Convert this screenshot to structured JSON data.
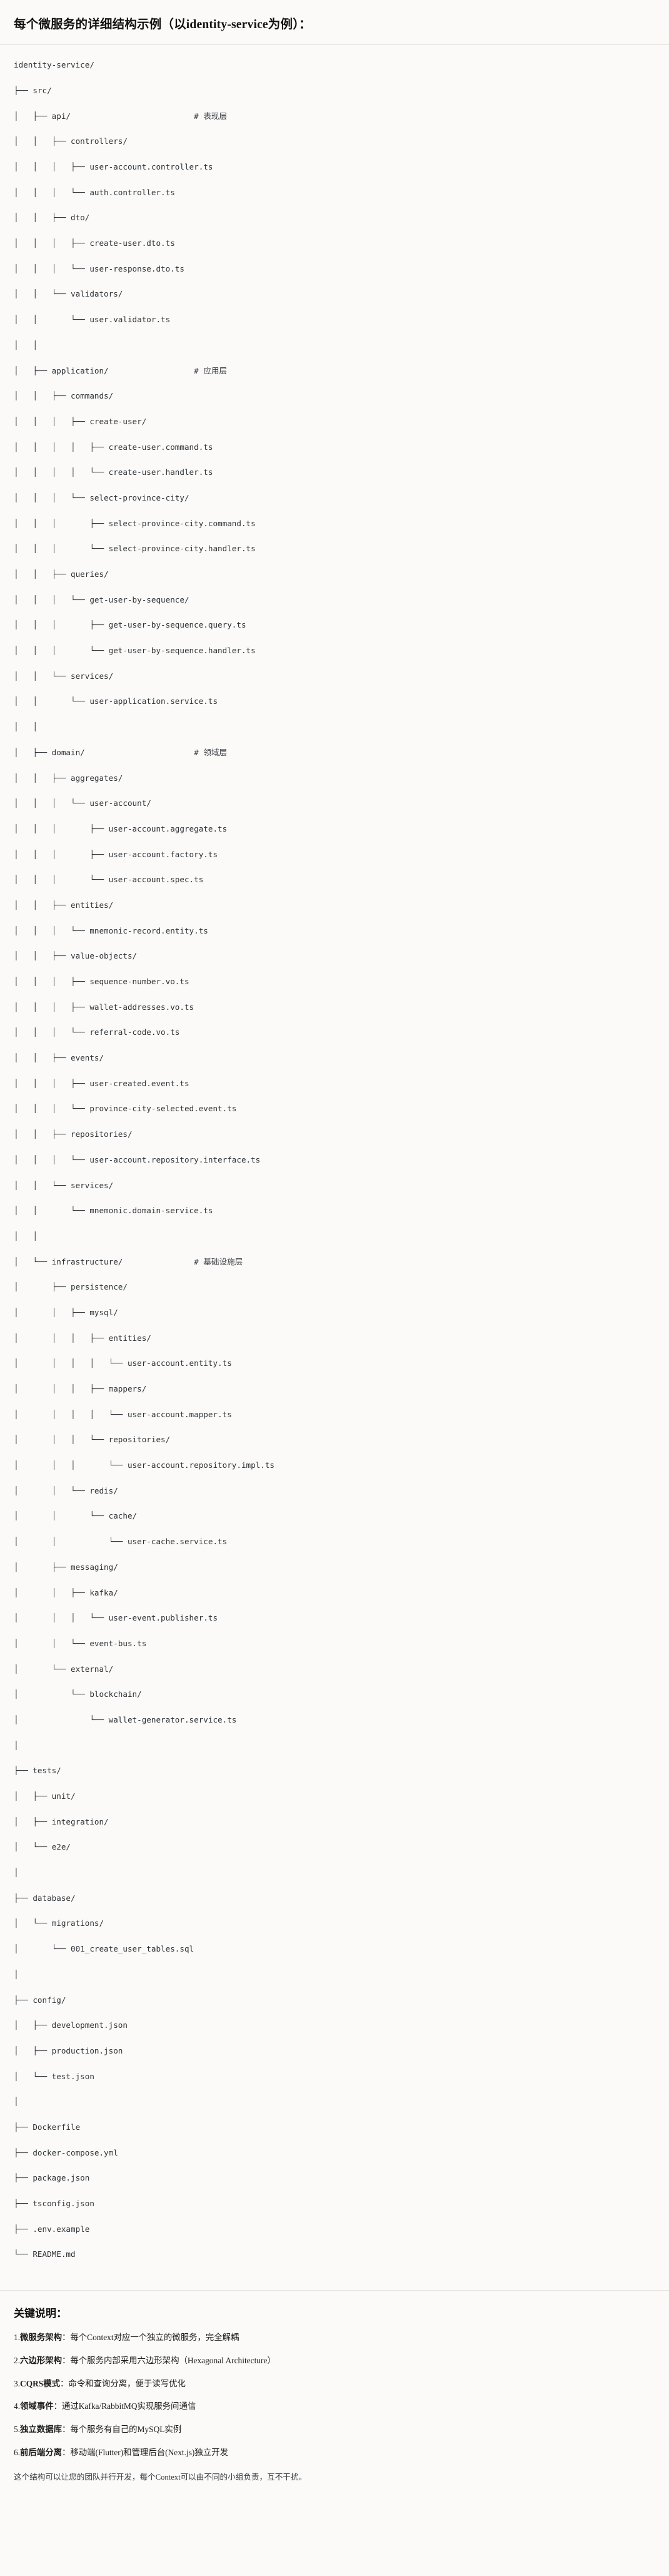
{
  "header": {
    "title": "每个微服务的详细结构示例（以identity-service为例）："
  },
  "tree": {
    "lines": [
      "identity-service/",
      "├── src/",
      "│   ├── api/                          # 表现层",
      "│   │   ├── controllers/",
      "│   │   │   ├── user-account.controller.ts",
      "│   │   │   └── auth.controller.ts",
      "│   │   ├── dto/",
      "│   │   │   ├── create-user.dto.ts",
      "│   │   │   └── user-response.dto.ts",
      "│   │   └── validators/",
      "│   │       └── user.validator.ts",
      "│   │",
      "│   ├── application/                  # 应用层",
      "│   │   ├── commands/",
      "│   │   │   ├── create-user/",
      "│   │   │   │   ├── create-user.command.ts",
      "│   │   │   │   └── create-user.handler.ts",
      "│   │   │   └── select-province-city/",
      "│   │   │       ├── select-province-city.command.ts",
      "│   │   │       └── select-province-city.handler.ts",
      "│   │   ├── queries/",
      "│   │   │   └── get-user-by-sequence/",
      "│   │   │       ├── get-user-by-sequence.query.ts",
      "│   │   │       └── get-user-by-sequence.handler.ts",
      "│   │   └── services/",
      "│   │       └── user-application.service.ts",
      "│   │",
      "│   ├── domain/                       # 领域层",
      "│   │   ├── aggregates/",
      "│   │   │   └── user-account/",
      "│   │   │       ├── user-account.aggregate.ts",
      "│   │   │       ├── user-account.factory.ts",
      "│   │   │       └── user-account.spec.ts",
      "│   │   ├── entities/",
      "│   │   │   └── mnemonic-record.entity.ts",
      "│   │   ├── value-objects/",
      "│   │   │   ├── sequence-number.vo.ts",
      "│   │   │   ├── wallet-addresses.vo.ts",
      "│   │   │   └── referral-code.vo.ts",
      "│   │   ├── events/",
      "│   │   │   ├── user-created.event.ts",
      "│   │   │   └── province-city-selected.event.ts",
      "│   │   ├── repositories/",
      "│   │   │   └── user-account.repository.interface.ts",
      "│   │   └── services/",
      "│   │       └── mnemonic.domain-service.ts",
      "│   │",
      "│   └── infrastructure/               # 基础设施层",
      "│       ├── persistence/",
      "│       │   ├── mysql/",
      "│       │   │   ├── entities/",
      "│       │   │   │   └── user-account.entity.ts",
      "│       │   │   ├── mappers/",
      "│       │   │   │   └── user-account.mapper.ts",
      "│       │   │   └── repositories/",
      "│       │   │       └── user-account.repository.impl.ts",
      "│       │   └── redis/",
      "│       │       └── cache/",
      "│       │           └── user-cache.service.ts",
      "│       ├── messaging/",
      "│       │   ├── kafka/",
      "│       │   │   └── user-event.publisher.ts",
      "│       │   └── event-bus.ts",
      "│       └── external/",
      "│           └── blockchain/",
      "│               └── wallet-generator.service.ts",
      "│",
      "├── tests/",
      "│   ├── unit/",
      "│   ├── integration/",
      "│   └── e2e/",
      "│",
      "├── database/",
      "│   └── migrations/",
      "│       └── 001_create_user_tables.sql",
      "│",
      "├── config/",
      "│   ├── development.json",
      "│   ├── production.json",
      "│   └── test.json",
      "│",
      "├── Dockerfile",
      "├── docker-compose.yml",
      "├── package.json",
      "├── tsconfig.json",
      "├── .env.example",
      "└── README.md"
    ]
  },
  "notes": {
    "heading": "关键说明：",
    "items": [
      {
        "index": "1.",
        "lead": "微服务架构",
        "body": "：每个Context对应一个独立的微服务，完全解耦"
      },
      {
        "index": "2.",
        "lead": "六边形架构",
        "body": "：每个服务内部采用六边形架构（Hexagonal Architecture）"
      },
      {
        "index": "3.",
        "lead": "CQRS模式",
        "body": "：命令和查询分离，便于读写优化"
      },
      {
        "index": "4.",
        "lead": "领域事件",
        "body": "：通过Kafka/RabbitMQ实现服务间通信"
      },
      {
        "index": "5.",
        "lead": "独立数据库",
        "body": "：每个服务有自己的MySQL实例"
      },
      {
        "index": "6.",
        "lead": "前后端分离",
        "body": "：移动端(Flutter)和管理后台(Next.js)独立开发"
      }
    ],
    "closing": "这个结构可以让您的团队并行开发，每个Context可以由不同的小组负责，互不干扰。"
  }
}
